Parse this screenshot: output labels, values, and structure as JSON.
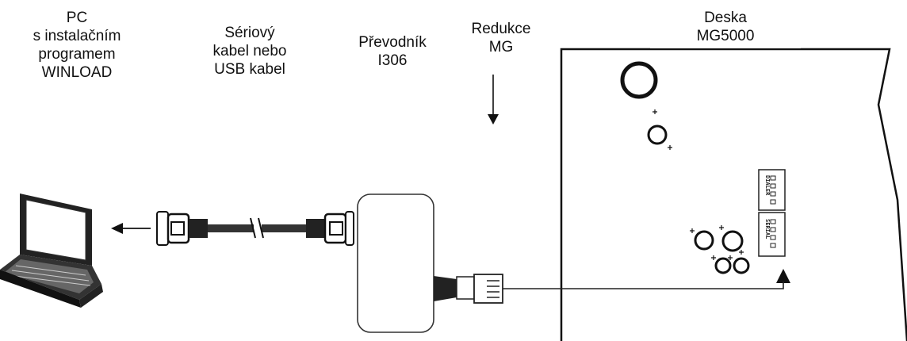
{
  "labels": {
    "pc": [
      "PC",
      "s instalačním",
      "programem",
      "WINLOAD"
    ],
    "cable": [
      "Sériový",
      "kabel nebo",
      "USB kabel"
    ],
    "converter": [
      "Převodník",
      "I306"
    ],
    "adapter": [
      "Redukce",
      "MG"
    ],
    "board": [
      "Deska",
      "MG5000"
    ]
  },
  "board_connectors": {
    "dialer": "DIALER",
    "serial": "SERIAL"
  }
}
